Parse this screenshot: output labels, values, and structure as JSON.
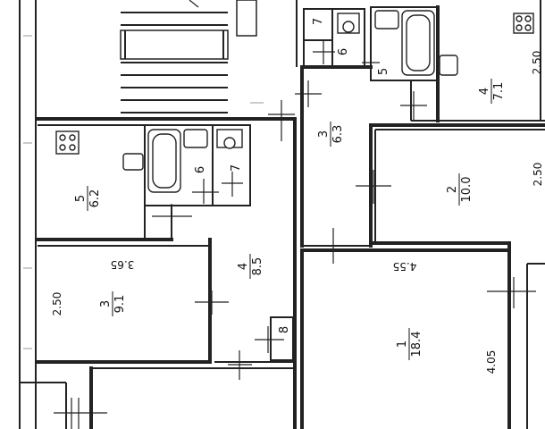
{
  "rooms": [
    {
      "id": "5",
      "area": "6.2"
    },
    {
      "id": "3",
      "area": "9.1"
    },
    {
      "id": "4",
      "area": "8.5"
    },
    {
      "id": "8",
      "area": ""
    },
    {
      "id": "7",
      "area": ""
    },
    {
      "id": "6",
      "area": ""
    },
    {
      "id": "3",
      "area": "6.3"
    },
    {
      "id": "2",
      "area": "10.0"
    },
    {
      "id": "1",
      "area": "18.4"
    },
    {
      "id": "4",
      "area": "7.1"
    },
    {
      "id": "5",
      "area": ""
    },
    {
      "id": "6",
      "area": ""
    },
    {
      "id": "7",
      "area": ""
    }
  ],
  "dimensions": {
    "left_width": "3.65",
    "left_height": "2.50",
    "big_width": "4.55",
    "big_height": "4.05",
    "right_height_top": "2.50",
    "right_height_mid": "2.50"
  }
}
